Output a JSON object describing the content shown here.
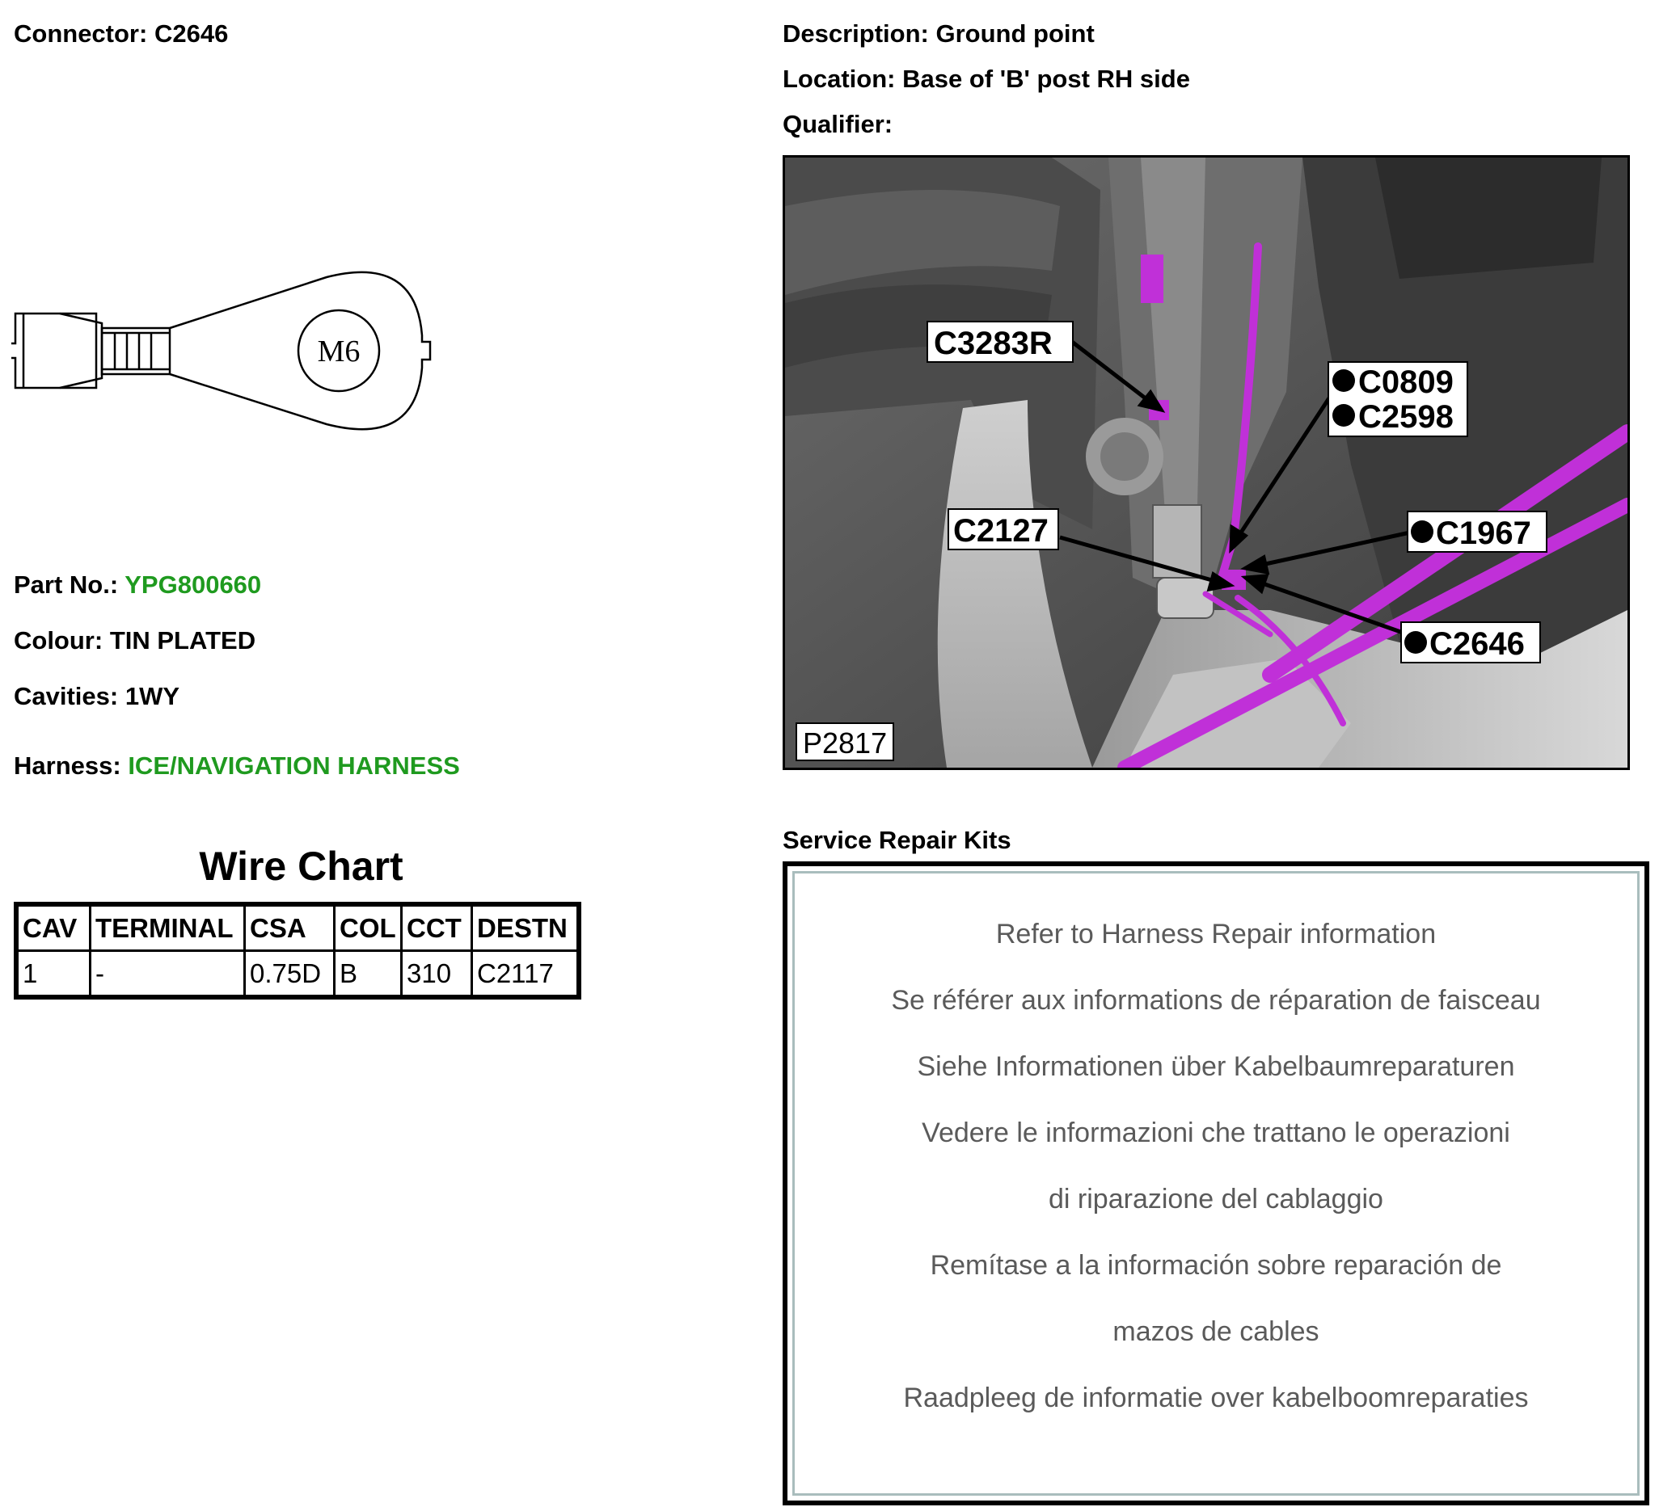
{
  "connector": {
    "label": "Connector:",
    "value": "C2646"
  },
  "description": {
    "label": "Description:",
    "value": "Ground point"
  },
  "location": {
    "label": "Location:",
    "value": "Base of 'B' post RH side"
  },
  "qualifier": {
    "label": "Qualifier:",
    "value": ""
  },
  "terminal_drawing": {
    "bolt_size": "M6"
  },
  "part_no": {
    "label": "Part No.:",
    "value": "YPG800660"
  },
  "colour": {
    "label": "Colour:",
    "value": "TIN PLATED"
  },
  "cavities": {
    "label": "Cavities:",
    "value": "1WY"
  },
  "harness": {
    "label": "Harness:",
    "value": "ICE/NAVIGATION HARNESS"
  },
  "wire_chart": {
    "title": "Wire Chart",
    "headers": [
      "CAV",
      "TERMINAL",
      "CSA",
      "COL",
      "CCT",
      "DESTN"
    ],
    "rows": [
      [
        "1",
        "-",
        "0.75D",
        "B",
        "310",
        "C2117"
      ]
    ]
  },
  "photo": {
    "ref": "P2817",
    "callouts": [
      "C3283R",
      "C0809",
      "C2598",
      "C2127",
      "C1967",
      "C2646"
    ]
  },
  "service_repair_kits": {
    "title": "Service Repair Kits",
    "lines": [
      "Refer to Harness Repair information",
      "Se référer aux informations de réparation de faisceau",
      "Siehe Informationen über Kabelbaumreparaturen",
      "Vedere le informazioni che trattano le operazioni",
      "di riparazione del cablaggio",
      "Remítase a la información sobre reparación de",
      "mazos de cables",
      "Raadpleeg de informatie over kabelboomreparaties"
    ]
  },
  "colors": {
    "accent_green": "#1f9a1f",
    "harness_magenta": "#c030d8",
    "srk_border": "#a9bdbd"
  }
}
